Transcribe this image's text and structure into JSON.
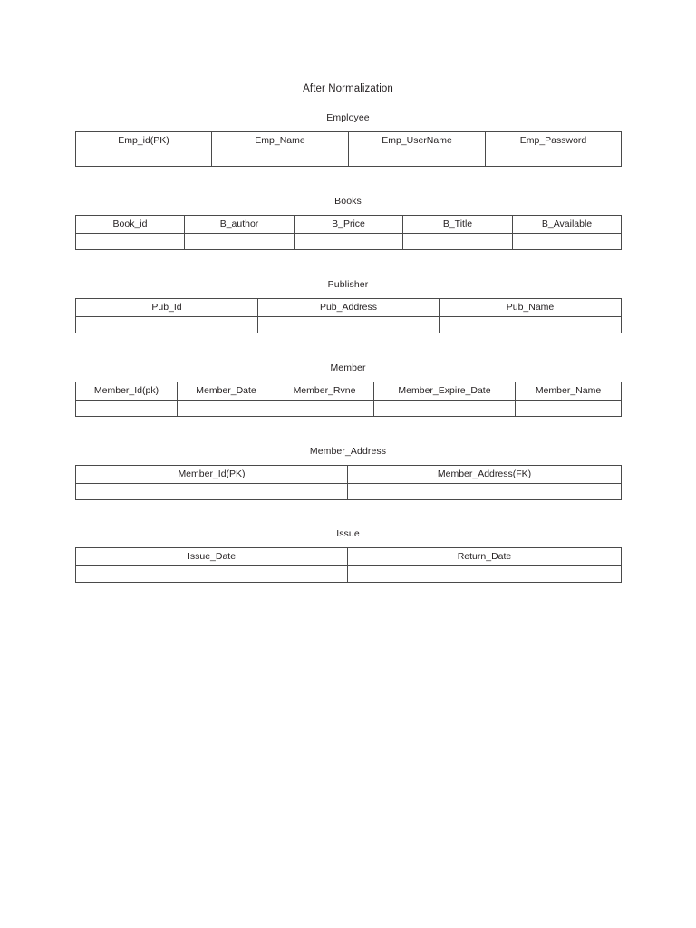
{
  "document": {
    "title": "After Normalization"
  },
  "sections": [
    {
      "key": "employee",
      "label": "Employee",
      "columns": [
        "Emp_id(PK)",
        "Emp_Name",
        "Emp_UserName",
        "Emp_Password"
      ],
      "widths": [
        150,
        151,
        151,
        150
      ],
      "empty_row_cells": [
        "",
        "",
        "",
        ""
      ]
    },
    {
      "key": "books",
      "label": "Books",
      "columns": [
        "Book_id",
        "B_author",
        "B_Price",
        "B_Title",
        "B_Available"
      ],
      "widths": [
        120,
        121,
        120,
        121,
        120
      ],
      "empty_row_cells": [
        "",
        "",
        "",
        "",
        ""
      ]
    },
    {
      "key": "publisher",
      "label": "Publisher",
      "columns": [
        "Pub_Id",
        "Pub_Address",
        "Pub_Name"
      ],
      "widths": [
        201,
        200,
        201
      ],
      "empty_row_cells": [
        "",
        "",
        ""
      ]
    },
    {
      "key": "member",
      "label": "Member",
      "columns": [
        "Member_Id(pk)",
        "Member_Date",
        "Member_Rvne",
        "Member_Expire_Date",
        "Member_Name"
      ],
      "widths": [
        112,
        108,
        109,
        156,
        117
      ],
      "empty_row_cells": [
        "",
        "",
        "",
        "",
        ""
      ]
    },
    {
      "key": "member-address",
      "label": "Member_Address",
      "columns": [
        "Member_Id(PK)",
        "Member_Address(FK)"
      ],
      "widths": [
        300,
        302
      ],
      "empty_row_cells": [
        "",
        ""
      ]
    },
    {
      "key": "issue",
      "label": "Issue",
      "columns": [
        "Issue_Date",
        "Return_Date"
      ],
      "widths": [
        300,
        302
      ],
      "empty_row_cells": [
        "",
        ""
      ]
    }
  ]
}
